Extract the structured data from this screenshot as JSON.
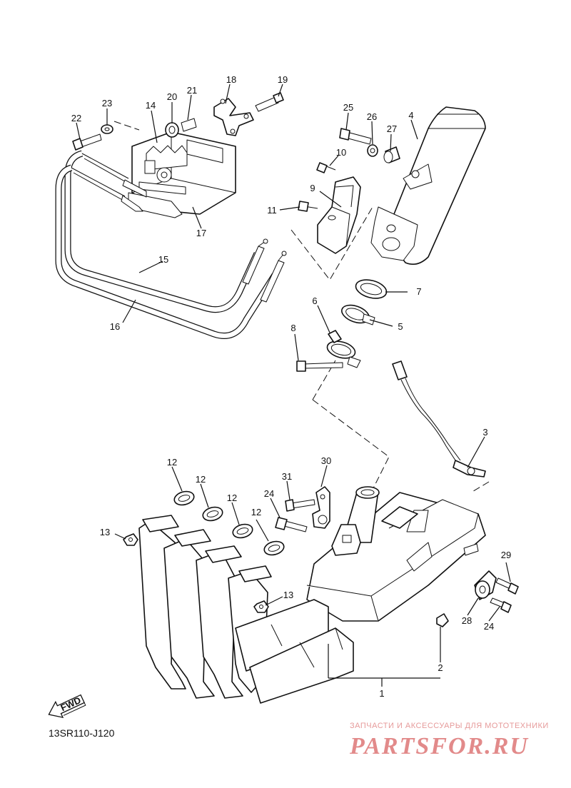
{
  "diagram": {
    "ref_code": "13SR110-J120",
    "fwd_label": "FWD",
    "callouts": [
      {
        "id": "c1",
        "label": "1"
      },
      {
        "id": "c2",
        "label": "2"
      },
      {
        "id": "c3",
        "label": "3"
      },
      {
        "id": "c4",
        "label": "4"
      },
      {
        "id": "c5",
        "label": "5"
      },
      {
        "id": "c6",
        "label": "6"
      },
      {
        "id": "c7",
        "label": "7"
      },
      {
        "id": "c8",
        "label": "8"
      },
      {
        "id": "c9",
        "label": "9"
      },
      {
        "id": "c10",
        "label": "10"
      },
      {
        "id": "c11",
        "label": "11"
      },
      {
        "id": "c12a",
        "label": "12"
      },
      {
        "id": "c12b",
        "label": "12"
      },
      {
        "id": "c12c",
        "label": "12"
      },
      {
        "id": "c12d",
        "label": "12"
      },
      {
        "id": "c13a",
        "label": "13"
      },
      {
        "id": "c13b",
        "label": "13"
      },
      {
        "id": "c14",
        "label": "14"
      },
      {
        "id": "c15",
        "label": "15"
      },
      {
        "id": "c16",
        "label": "16"
      },
      {
        "id": "c17",
        "label": "17"
      },
      {
        "id": "c18",
        "label": "18"
      },
      {
        "id": "c19",
        "label": "19"
      },
      {
        "id": "c20",
        "label": "20"
      },
      {
        "id": "c21",
        "label": "21"
      },
      {
        "id": "c22",
        "label": "22"
      },
      {
        "id": "c23",
        "label": "23"
      },
      {
        "id": "c24a",
        "label": "24"
      },
      {
        "id": "c24b",
        "label": "24"
      },
      {
        "id": "c25",
        "label": "25"
      },
      {
        "id": "c26",
        "label": "26"
      },
      {
        "id": "c27",
        "label": "27"
      },
      {
        "id": "c28",
        "label": "28"
      },
      {
        "id": "c29",
        "label": "29"
      },
      {
        "id": "c30",
        "label": "30"
      },
      {
        "id": "c31",
        "label": "31"
      }
    ]
  },
  "watermark": {
    "tagline": "ЗАПЧАСТИ И АКСЕССУАРЫ ДЛЯ МОТОТЕХНИКИ",
    "logo": "PARTSFOR.RU",
    "color": "#e28a8a"
  }
}
